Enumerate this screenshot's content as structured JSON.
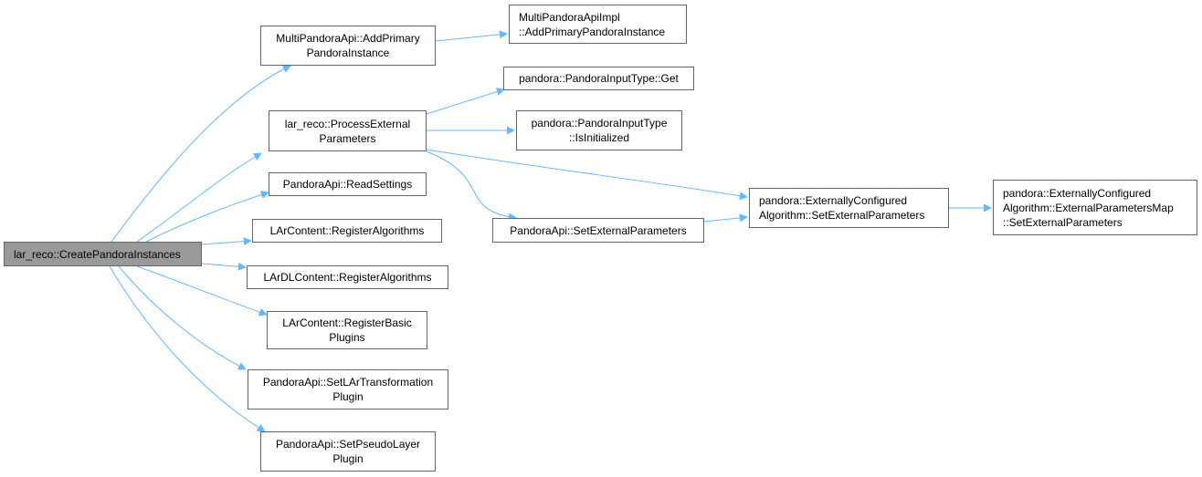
{
  "graph": {
    "colors": {
      "edge": "#63b8ff",
      "border": "#666666",
      "root_fill": "#999999",
      "node_fill": "#ffffff"
    },
    "nodes": {
      "root": {
        "lines": [
          "lar_reco::CreatePandoraInstances"
        ]
      },
      "addPrim": {
        "lines": [
          "MultiPandoraApi::AddPrimary",
          "PandoraInstance"
        ]
      },
      "implAdd": {
        "lines": [
          "MultiPandoraApiImpl",
          "::AddPrimaryPandoraInstance"
        ]
      },
      "procExt": {
        "lines": [
          "lar_reco::ProcessExternal",
          "Parameters"
        ]
      },
      "inputGet": {
        "lines": [
          "pandora::PandoraInputType::Get"
        ]
      },
      "inputInit": {
        "lines": [
          "pandora::PandoraInputType",
          "::IsInitialized"
        ]
      },
      "readSet": {
        "lines": [
          "PandoraApi::ReadSettings"
        ]
      },
      "regAlg": {
        "lines": [
          "LArContent::RegisterAlgorithms"
        ]
      },
      "dlReg": {
        "lines": [
          "LArDLContent::RegisterAlgorithms"
        ]
      },
      "regBasic": {
        "lines": [
          "LArContent::RegisterBasic",
          "Plugins"
        ]
      },
      "setTrans": {
        "lines": [
          "PandoraApi::SetLArTransformation",
          "Plugin"
        ]
      },
      "setPseudo": {
        "lines": [
          "PandoraApi::SetPseudoLayer",
          "Plugin"
        ]
      },
      "setExt": {
        "lines": [
          "PandoraApi::SetExternalParameters"
        ]
      },
      "extAlgSet": {
        "lines": [
          "pandora::ExternallyConfigured",
          "Algorithm::SetExternalParameters"
        ]
      },
      "extMapSet": {
        "lines": [
          "pandora::ExternallyConfigured",
          "Algorithm::ExternalParametersMap",
          "::SetExternalParameters"
        ]
      }
    }
  }
}
